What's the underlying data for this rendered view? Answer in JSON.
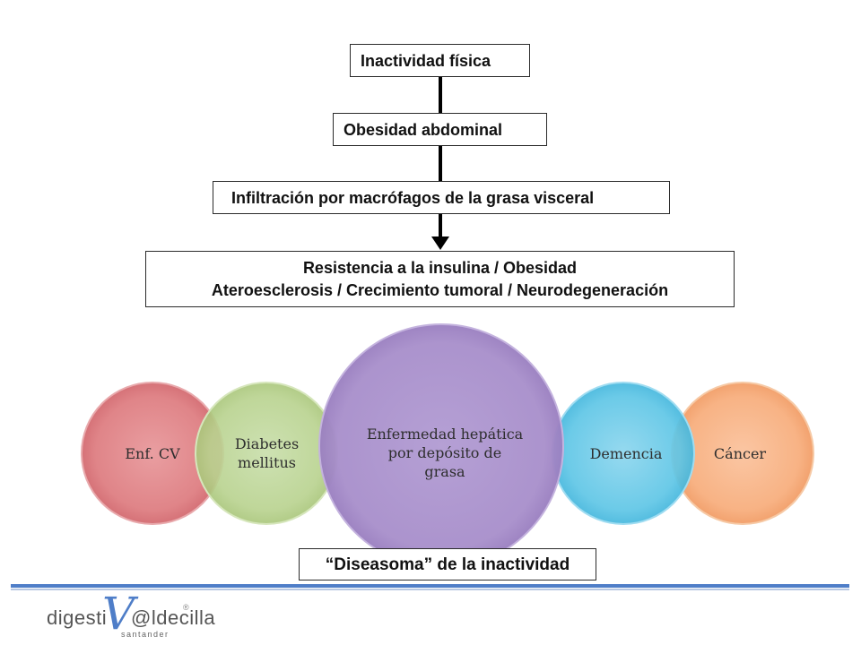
{
  "flow": {
    "step1": "Inactividad física",
    "step2": "Obesidad abdominal",
    "step3": "Infiltración por macrófagos de la grasa visceral",
    "step4_line1": "Resistencia a la insulina / Obesidad",
    "step4_line2": "Ateroesclerosis /  Crecimiento tumoral / Neurodegeneración"
  },
  "circles": [
    {
      "line1": "Enf. CV",
      "line2": "",
      "line3": "",
      "color": "#de7e82"
    },
    {
      "line1": "Diabetes",
      "line2": "mellitus",
      "line3": "",
      "color": "#b8d28e"
    },
    {
      "line1": "Enfermedad hepática",
      "line2": "por depósito de",
      "line3": "grasa",
      "color": "#a88fcb"
    },
    {
      "line1": "Demencia",
      "line2": "",
      "line3": "",
      "color": "#5fc6e6"
    },
    {
      "line1": "Cáncer",
      "line2": "",
      "line3": "",
      "color": "#f7ac7a"
    }
  ],
  "caption": "“Diseasoma” de la inactividad",
  "logo": {
    "word_left": "digesti",
    "letter_v": "V",
    "word_right": "@ldecilla",
    "sub": "santander",
    "reg": "®"
  },
  "colors": {
    "footer_rule": "#4f7ec8",
    "logo_v": "#4f7ec8"
  }
}
